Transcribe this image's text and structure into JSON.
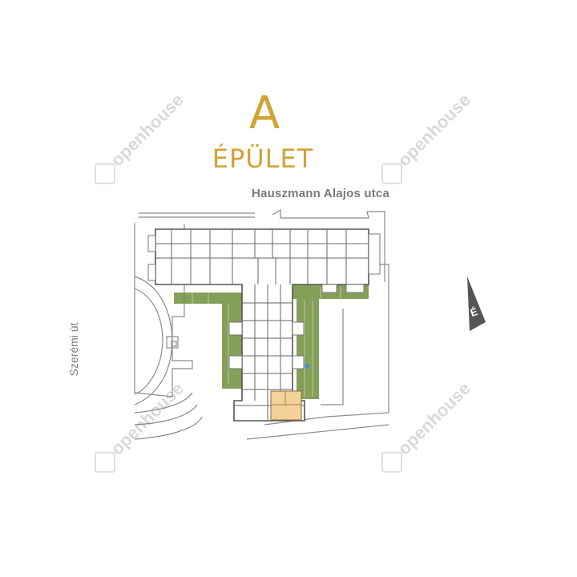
{
  "building": {
    "letter": "A",
    "word": "ÉPÜLET"
  },
  "streets": {
    "top": "Hauszmann Alajos utca",
    "left": "Szerémi út"
  },
  "compass": {
    "letter": "É"
  },
  "watermark": {
    "text": "openhouse"
  },
  "colors": {
    "title": "#d2a233",
    "lines": "#8a8a8a",
    "garden": "#6f8f3c",
    "highlight": "#f3d29a",
    "compass": "#555555"
  }
}
